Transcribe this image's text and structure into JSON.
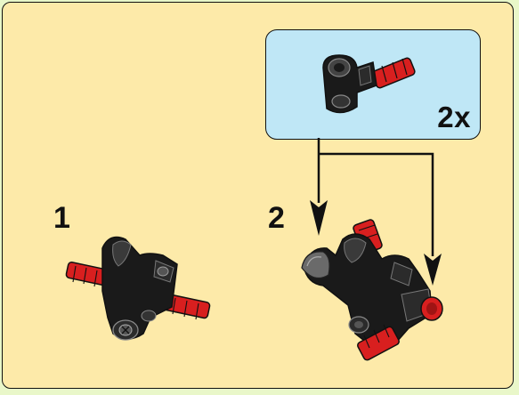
{
  "callout": {
    "quantity": "2x",
    "part": "single-part-icon"
  },
  "steps": [
    {
      "number": "1",
      "model": "step-1-assembly-icon"
    },
    {
      "number": "2",
      "model": "step-2-assembly-icon"
    }
  ],
  "colors": {
    "panel": "#fdeaa9",
    "callout": "#bfe7f6",
    "background": "#e9f7c9",
    "brick_black": "#1a1a1a",
    "axle_red": "#d81f1f",
    "outline": "#111111"
  }
}
